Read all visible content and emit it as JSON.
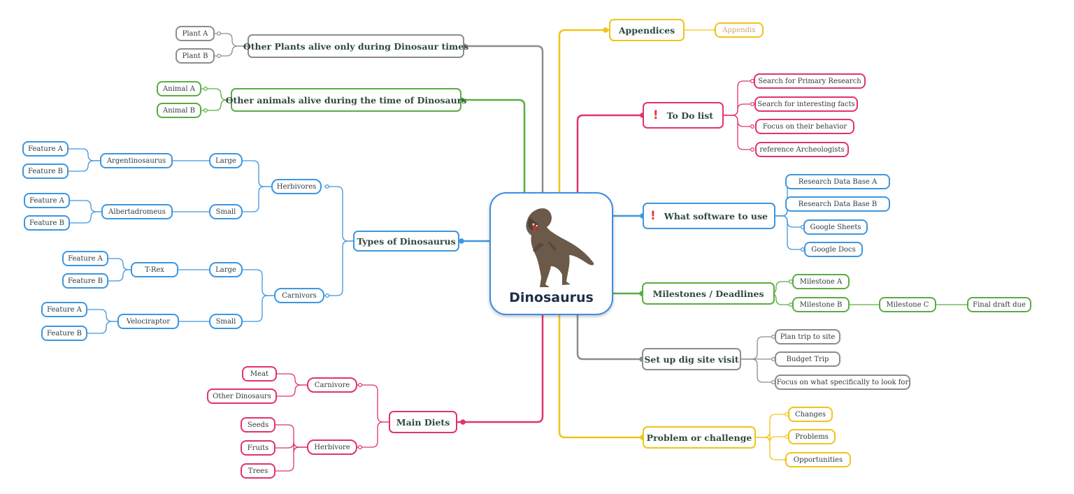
{
  "central": {
    "title": "Dinosaurus",
    "image": "t-rex-illustration"
  },
  "colors": {
    "gray": "#8c8c8c",
    "green": "#5aac44",
    "blue": "#3d96e0",
    "pink": "#e0336e",
    "yellow": "#f0c419",
    "excl": "#e53935"
  },
  "topics": {
    "plants": "Other Plants alive only during Dinosaur times",
    "plant_a": "Plant A",
    "plant_b": "Plant B",
    "animals": "Other animals alive during the time of Dinosaurs",
    "animal_a": "Animal A",
    "animal_b": "Animal B",
    "types": "Types of Dinosaurus",
    "herbivores": "Herbivores",
    "carnivors": "Carnivors",
    "large": "Large",
    "small": "Small",
    "argentinosaurus": "Argentinosaurus",
    "albertadromeus": "Albertadromeus",
    "trex": "T-Rex",
    "velociraptor": "Velociraptor",
    "feature_a": "Feature A",
    "feature_b": "Feature B",
    "diets": "Main Diets",
    "carnivore": "Carnivore",
    "herbivore": "Herbivore",
    "meat": "Meat",
    "other_dinosaurs": "Other Dinosaurs",
    "seeds": "Seeds",
    "fruits": "Fruits",
    "trees": "Trees",
    "appendices": "Appendices",
    "appendix": "Appendix",
    "todo": "To Do list",
    "todo_1": "Search for Primary Research",
    "todo_2": "Search for interesting facts",
    "todo_3": "Focus on their behavior",
    "todo_4": "reference Archeologists",
    "software": "What software to use",
    "sw_1": "Research Data Base A",
    "sw_2": "Research Data Base B",
    "sw_3": "Google Sheets",
    "sw_4": "Google Docs",
    "milestones": "Milestones / Deadlines",
    "ms_a": "Milestone A",
    "ms_b": "Milestone B",
    "ms_c": "Milestone C",
    "final": "Final draft due",
    "dig": "Set up dig site visit",
    "dig_1": "Plan trip to site",
    "dig_2": "Budget Trip",
    "dig_3": "Focus on what specifically to look for",
    "problem": "Problem or challenge",
    "pr_1": "Changes",
    "pr_2": "Problems",
    "pr_3": "Opportunities"
  },
  "markers": {
    "exclamation": "!"
  }
}
